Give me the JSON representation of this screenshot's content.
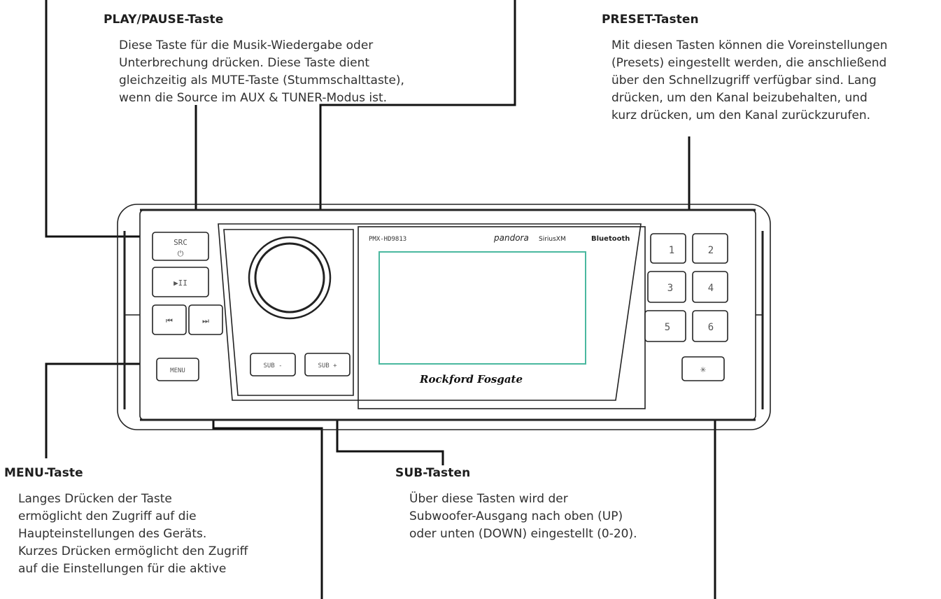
{
  "play_pause": {
    "title": "PLAY/PAUSE-Taste",
    "lines": [
      "Diese Taste für die Musik-Wiedergabe oder",
      "Unterbrechung drücken. Diese Taste dient",
      "gleichzeitig als MUTE-Taste (Stummschalttaste),",
      "wenn die Source im AUX & TUNER-Modus ist."
    ]
  },
  "presets": {
    "title": "PRESET-Tasten",
    "lines": [
      "Mit diesen Tasten können die Voreinstellungen",
      "(Presets) eingestellt werden, die anschließend",
      "über den Schnellzugriff verfügbar sind. Lang",
      "drücken, um den Kanal beizubehalten, und",
      "kurz drücken, um den Kanal zurückzurufen."
    ]
  },
  "menu": {
    "title": "MENU-Taste",
    "lines": [
      "Langes Drücken der Taste",
      "ermöglicht den Zugriff auf die",
      "Haupteinstellungen des Geräts.",
      "Kurzes Drücken ermöglicht den Zugriff",
      "auf die Einstellungen für die aktive"
    ]
  },
  "sub": {
    "title": "SUB-Tasten",
    "lines": [
      "Über diese Tasten wird der",
      "Subwoofer-Ausgang nach oben (UP)",
      "oder unten (DOWN) eingestellt (0-20)."
    ]
  },
  "device": {
    "model": "PMX-HD9813",
    "logos": [
      "pandora",
      "SiriusXM",
      "Bluetooth"
    ],
    "brand": "Rockford Fosgate",
    "buttons": {
      "src": "SRC",
      "play_pause": "▶II",
      "prev": "⏮",
      "next": "⏭",
      "menu": "MENU",
      "sub_down": "SUB -",
      "sub_up": "SUB +",
      "illum": "✳",
      "presets": [
        "1",
        "2",
        "3",
        "4",
        "5",
        "6"
      ]
    }
  }
}
